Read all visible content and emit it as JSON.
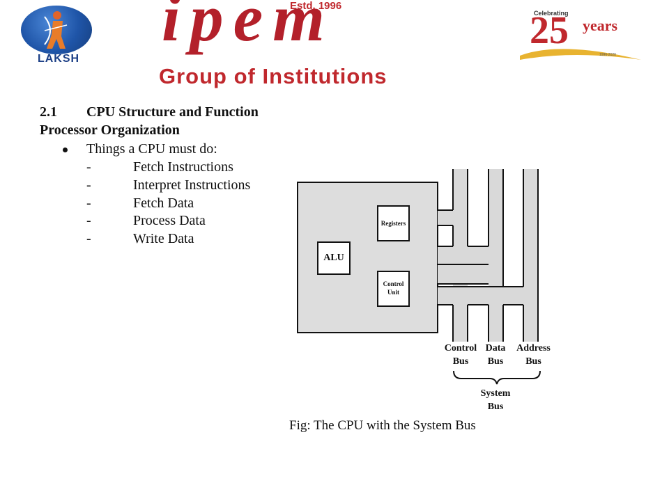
{
  "header": {
    "left_logo_text": "LAKSH",
    "estd": "Estd. 1996",
    "brand": "ipem",
    "group": "Group of Institutions",
    "anniversary": {
      "celebrating": "Celebrating",
      "number": "25",
      "years": "years",
      "range": "1996-2020"
    }
  },
  "section": {
    "number": "2.1",
    "title": "CPU Structure and Function",
    "subtitle": "Processor Organization",
    "bullet": "Things a CPU must do:",
    "dash": "-",
    "tasks": [
      "Fetch Instructions",
      "Interpret Instructions",
      "Fetch Data",
      "Process Data",
      "Write Data"
    ]
  },
  "figure": {
    "registers": "Registers",
    "control_unit_line1": "Control",
    "control_unit_line2": "Unit",
    "alu": "ALU",
    "buses": [
      {
        "line1": "Control",
        "line2": "Bus"
      },
      {
        "line1": "Data",
        "line2": "Bus"
      },
      {
        "line1": "Address",
        "line2": "Bus"
      }
    ],
    "system_line1": "System",
    "system_line2": "Bus",
    "caption": "Fig: The CPU with the System Bus",
    "colors": {
      "bus_fill": "#d9d9d9",
      "cpu_fill": "#dddddd",
      "stroke": "#111111"
    }
  }
}
